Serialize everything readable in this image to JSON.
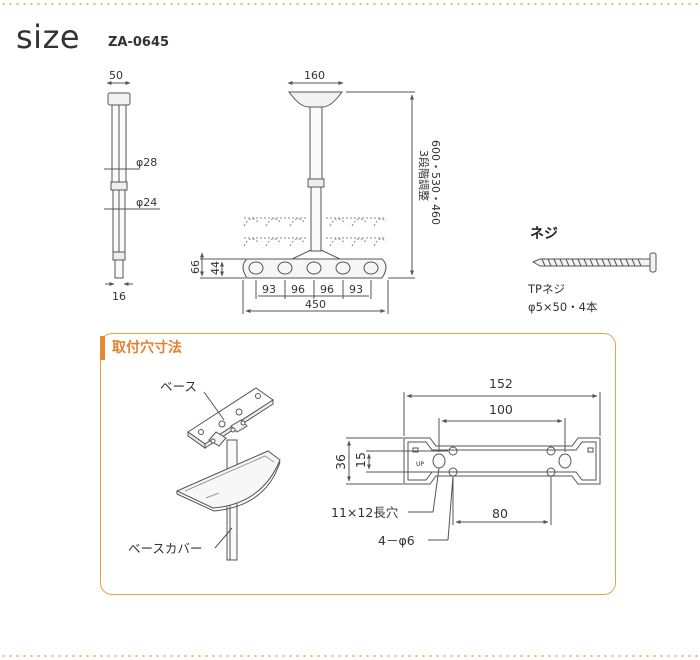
{
  "header": {
    "title": "size",
    "model": "ZA-0645"
  },
  "pole": {
    "top_width": "50",
    "upper_dia": "φ28",
    "lower_dia": "φ24",
    "bottom_width": "16"
  },
  "hanger": {
    "top_width": "160",
    "height_label": "3段階調整",
    "height_values": "600・530・460",
    "dim_66": "66",
    "dim_44": "44",
    "spacing": [
      "93",
      "96",
      "96",
      "93"
    ],
    "total_width": "450"
  },
  "screw": {
    "title": "ネジ",
    "line1": "TPネジ",
    "line2": "φ5×50・4本"
  },
  "mount": {
    "section_title": "取付穴寸法",
    "label_base": "ベース",
    "label_cover": "ベースカバー",
    "dim_152": "152",
    "dim_100": "100",
    "dim_36": "36",
    "dim_15": "15",
    "dim_80": "80",
    "slot_label": "11×12長穴",
    "hole_label": "4－φ6"
  },
  "colors": {
    "accent": "#e8892e",
    "border": "#e8a24a",
    "dots": "#e8b86a",
    "line": "#555555"
  }
}
